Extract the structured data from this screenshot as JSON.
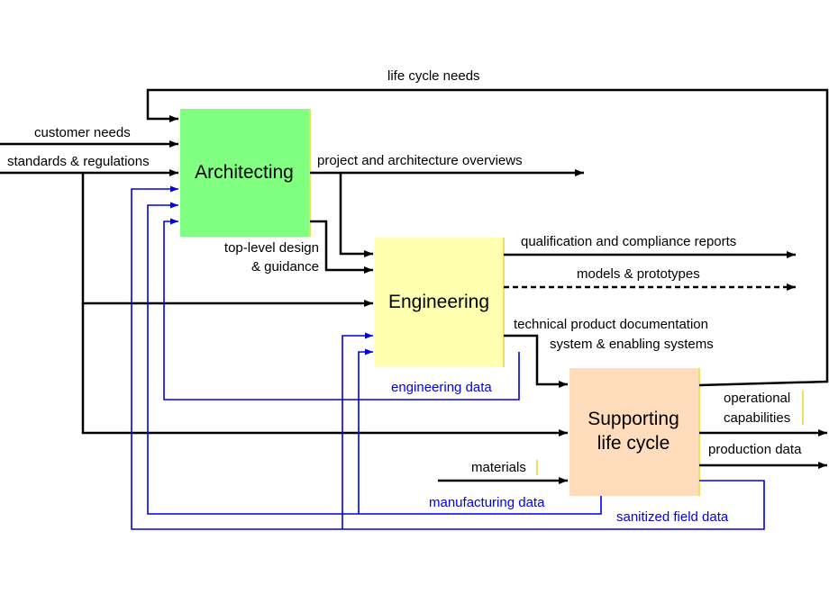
{
  "boxes": {
    "architecting": {
      "title": "Architecting",
      "fill": "#80ff80"
    },
    "engineering": {
      "title": "Engineering",
      "fill": "#ffffb0"
    },
    "supporting": {
      "title_line1": "Supporting",
      "title_line2": "life cycle",
      "fill": "#ffdcbc"
    }
  },
  "labels": {
    "life_cycle_needs": "life cycle needs",
    "customer_needs": "customer needs",
    "standards_regulations": "standards & regulations",
    "project_overviews": "project and architecture overviews",
    "top_level_design_line1": "top-level design",
    "top_level_design_line2": "& guidance",
    "qualification_reports": "qualification and compliance reports",
    "models_prototypes": "models & prototypes",
    "tech_doc_line1": "technical product documentation",
    "tech_doc_line2": "system & enabling systems",
    "engineering_data": "engineering data",
    "operational_line1": "operational",
    "operational_line2": "capabilities",
    "production_data": "production data",
    "materials": "materials",
    "manufacturing_data": "manufacturing data",
    "sanitized_field_data": "sanitized field data"
  },
  "colors": {
    "flow_black": "#000000",
    "feedback_blue": "#0000ee",
    "label_marker_yellow": "#e6d000"
  }
}
